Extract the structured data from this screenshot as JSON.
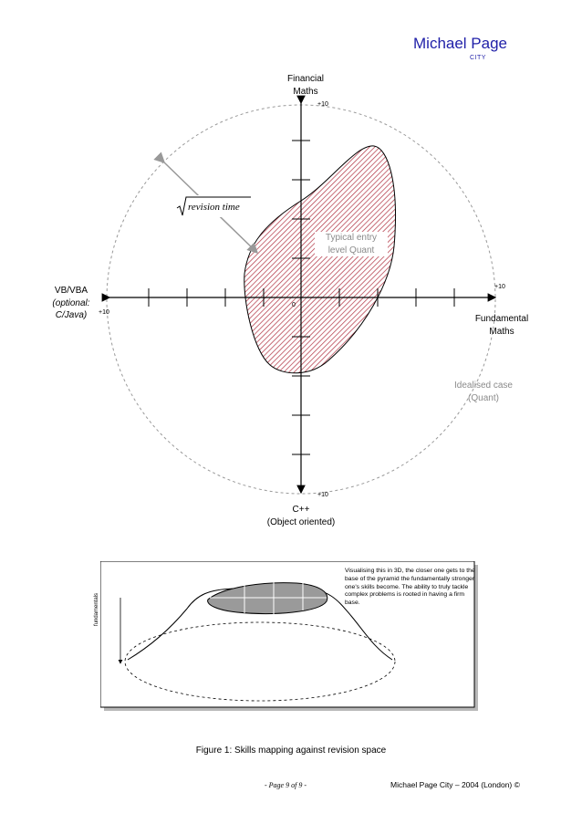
{
  "brand": {
    "name": "Michael Page",
    "sub": "CITY"
  },
  "axes": {
    "top": {
      "line1": "Financial",
      "line2": "Maths",
      "tick": "+10"
    },
    "right": {
      "line1": "Fundamental",
      "line2": "Maths",
      "tick": "+10"
    },
    "bottom": {
      "line1": "C++",
      "line2": "(Object oriented)",
      "tick": "+10"
    },
    "left": {
      "line1": "VB/VBA",
      "line2": "(optional:",
      "line3": "C/Java)",
      "tick": "+10"
    },
    "origin": "0"
  },
  "annotations": {
    "formula": "revision time",
    "entry_line1": "Typical entry",
    "entry_line2": "level Quant",
    "ideal_line1": "Idealised case",
    "ideal_line2": "(Quant)"
  },
  "pyramid": {
    "note": "Visualising this in 3D, the closer one gets to the base of the pyramid the fundamentally stronger one's skills become. The ability to truly tackle complex problems is rooted in having a firm base.",
    "axis_label": "fundamentals"
  },
  "caption": "Figure 1: Skills mapping against revision space",
  "footer": {
    "page": "- Page 9 of 9 -",
    "copyright": "Michael Page City – 2004 (London) ©"
  },
  "colors": {
    "brand": "#1f1fa8",
    "hatch": "#b03040",
    "grey_text": "#8a8a8a"
  }
}
